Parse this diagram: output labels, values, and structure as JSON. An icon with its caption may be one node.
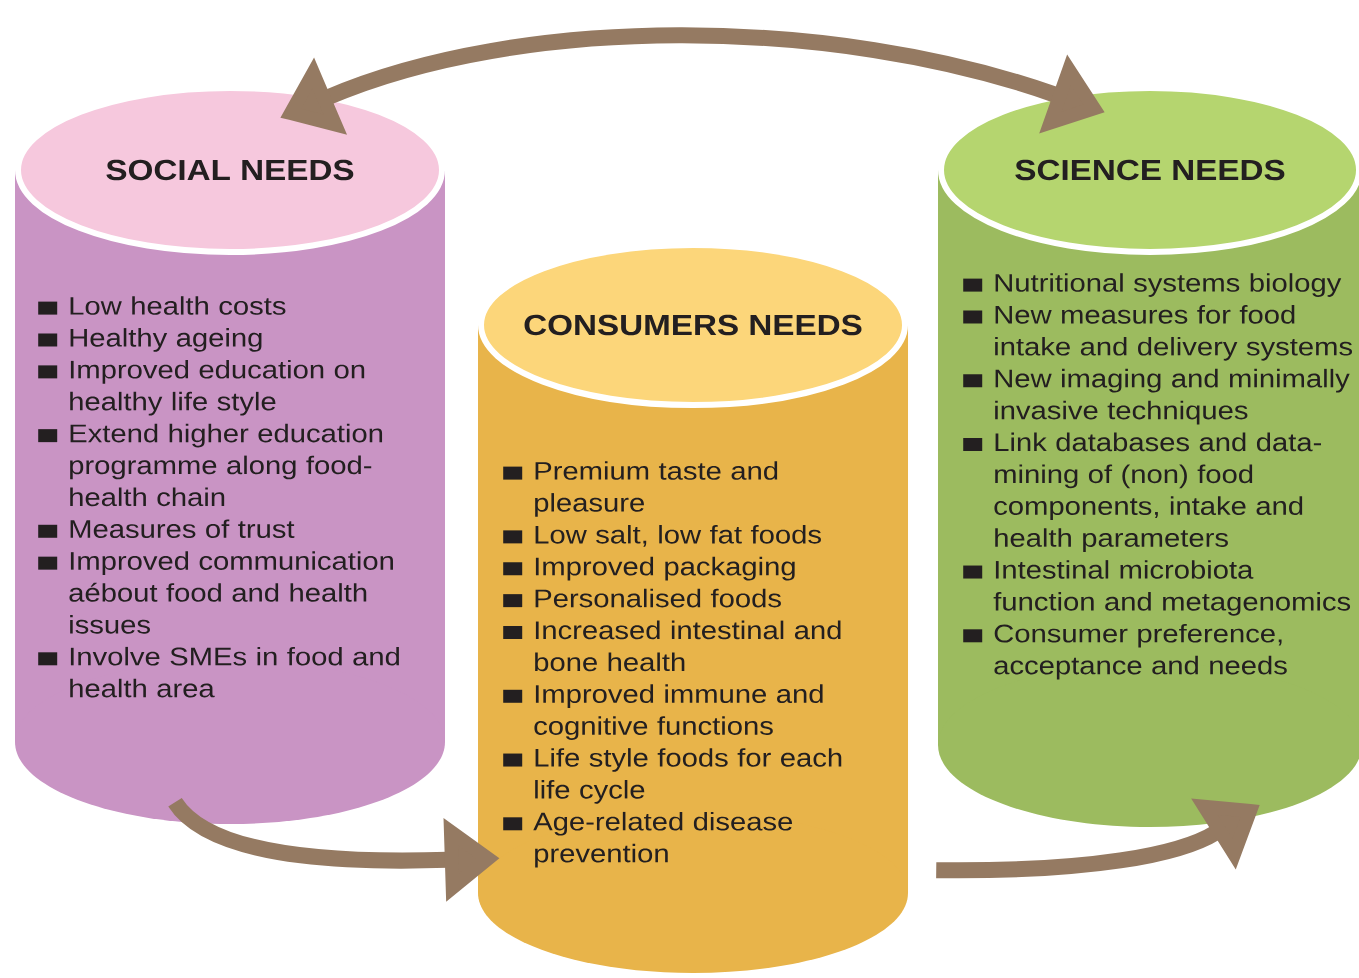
{
  "diagram": {
    "nodes": [
      {
        "text": [
          "SOCIAL NEEDS",
          "Low health costs",
          "Healthy ageing",
          "Improved education on healthy life style",
          "Extend higher education programme along food-health chain",
          "Measures of trust",
          "Improved communication aébout food and health issues",
          "Involve SMEs in food and health area"
        ]
      },
      {
        "text": [
          "CONSUMERS NEEDS",
          "Premium taste and pleasure",
          "Low salt, low fat foods",
          "Improved packaging",
          "Personalised foods",
          "Increased intestinal and bone health",
          "Improved immune and cognitive functions",
          "Life style foods for each life cycle",
          "Age-related disease prevention"
        ]
      },
      {
        "text": [
          "SCIENCE NEEDS",
          "Nutritional systems biology",
          "New measures for food intake and delivery systems",
          "New imaging and minimally invasive techniques",
          "Link databases and data-mining of (non) food components, intake and health parameters",
          "Intestinal microbiota function and metagenomics",
          "Consumer preference, acceptance and needs"
        ]
      }
    ],
    "edges": [
      {
        "from": 0,
        "to": 2,
        "arrow": "both"
      },
      {
        "from": 0,
        "to": 1,
        "arrow": "to"
      },
      {
        "from": 1,
        "to": 2,
        "arrow": "to"
      }
    ]
  }
}
